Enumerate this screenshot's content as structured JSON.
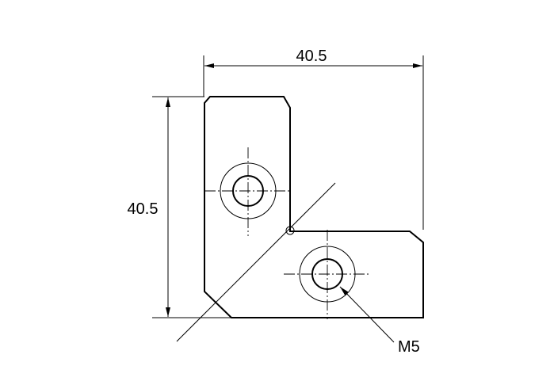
{
  "drawing": {
    "dimension_width": "40.5",
    "dimension_height": "40.5",
    "thread_callout": "M5"
  }
}
